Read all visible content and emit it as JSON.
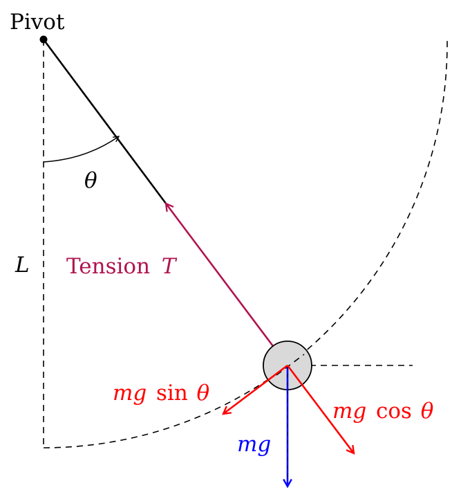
{
  "labels": {
    "pivot": "Pivot",
    "theta": "θ",
    "length": "L",
    "tension_word": "Tension",
    "tension_var": "T",
    "mg": "mg",
    "mg_sin_a": "mg",
    "mg_sin_b": "sin",
    "mg_sin_c": "θ",
    "mg_cos_a": "mg",
    "mg_cos_b": "cos",
    "mg_cos_c": "θ"
  },
  "colors": {
    "tension": "#b0144e",
    "force_red": "#ff0000",
    "force_blue": "#0000ff",
    "bob_fill": "#d9d9d9",
    "line": "#000000"
  }
}
